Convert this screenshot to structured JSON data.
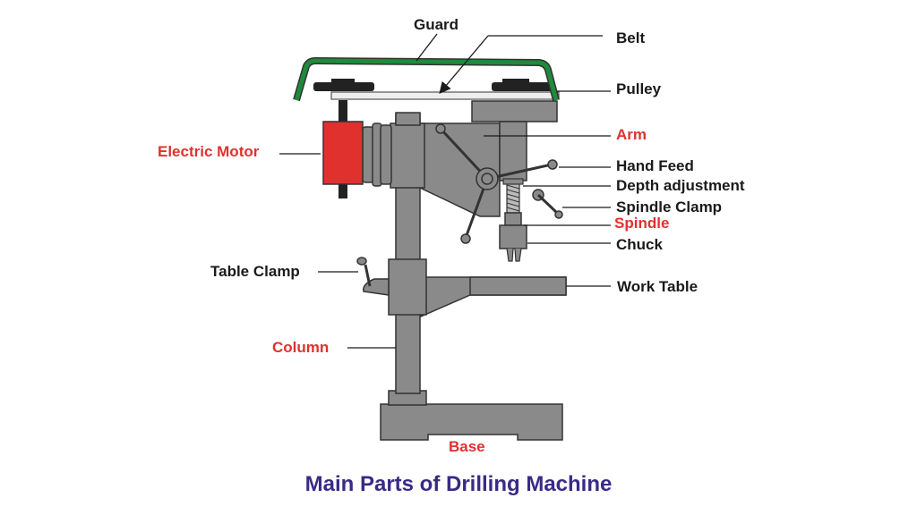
{
  "title": "Main Parts of Drilling Machine",
  "labels": {
    "guard": "Guard",
    "belt": "Belt",
    "pulley": "Pulley",
    "electric_motor": "Electric Motor",
    "arm": "Arm",
    "hand_feed": "Hand Feed",
    "depth_adjustment": "Depth adjustment",
    "spindle_clamp": "Spindle Clamp",
    "spindle": "Spindle",
    "chuck": "Chuck",
    "table_clamp": "Table Clamp",
    "work_table": "Work Table",
    "column": "Column",
    "base": "Base"
  },
  "colors": {
    "machine_fill": "#8a8a8a",
    "machine_stroke": "#333333",
    "guard_green": "#1f8a3b",
    "motor_red": "#e0312f",
    "label_black": "#1a1a1a",
    "label_red": "#e0312f",
    "title_purple": "#3a2a86"
  }
}
